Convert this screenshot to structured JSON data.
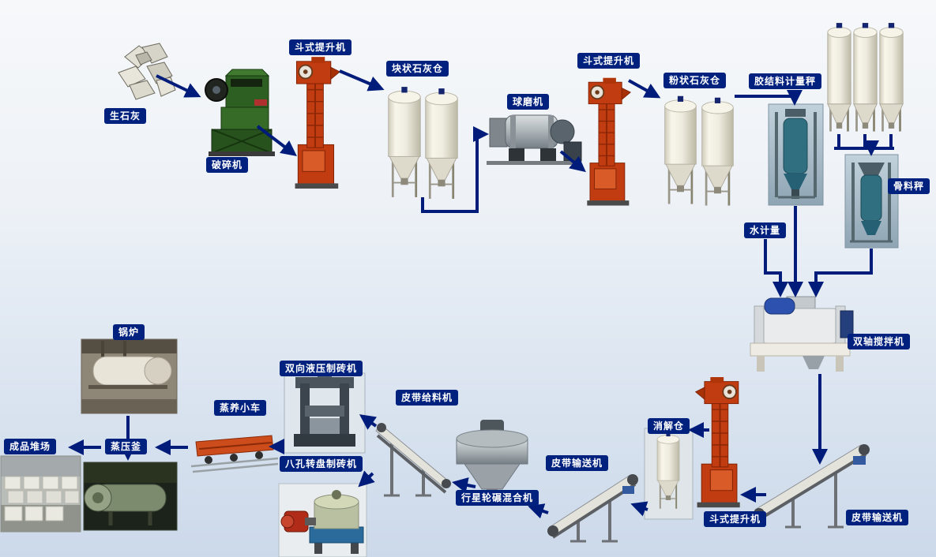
{
  "flow": {
    "quicklime": "生石灰",
    "crusher": "破碎机",
    "bucket_elevator_1": "斗式提升机",
    "lump_lime_silo": "块状石灰仓",
    "ball_mill": "球磨机",
    "bucket_elevator_2": "斗式提升机",
    "powder_lime_silo": "粉状石灰仓",
    "binder_scale": "胶结料计量秤",
    "aggregate_scale": "骨料秤",
    "water_meter": "水计量",
    "twin_shaft_mixer": "双轴搅拌机",
    "belt_conveyor_right": "皮带输送机",
    "bucket_elevator_3": "斗式提升机",
    "slaking_silo": "消解仓",
    "belt_conveyor_mid": "皮带输送机",
    "planetary_mixer": "行星轮碾混合机",
    "belt_feeder": "皮带给料机",
    "hydraulic_brick_press": "双向液压制砖机",
    "rotary_brick_press": "八孔转盘制砖机",
    "curing_cart": "蒸养小车",
    "autoclave": "蒸压釜",
    "boiler": "锅炉",
    "product_yard": "成品堆场"
  },
  "style": {
    "label_background": "#00217e",
    "label_text_color": "#ffffff",
    "arrow_color": "#001c7a"
  }
}
